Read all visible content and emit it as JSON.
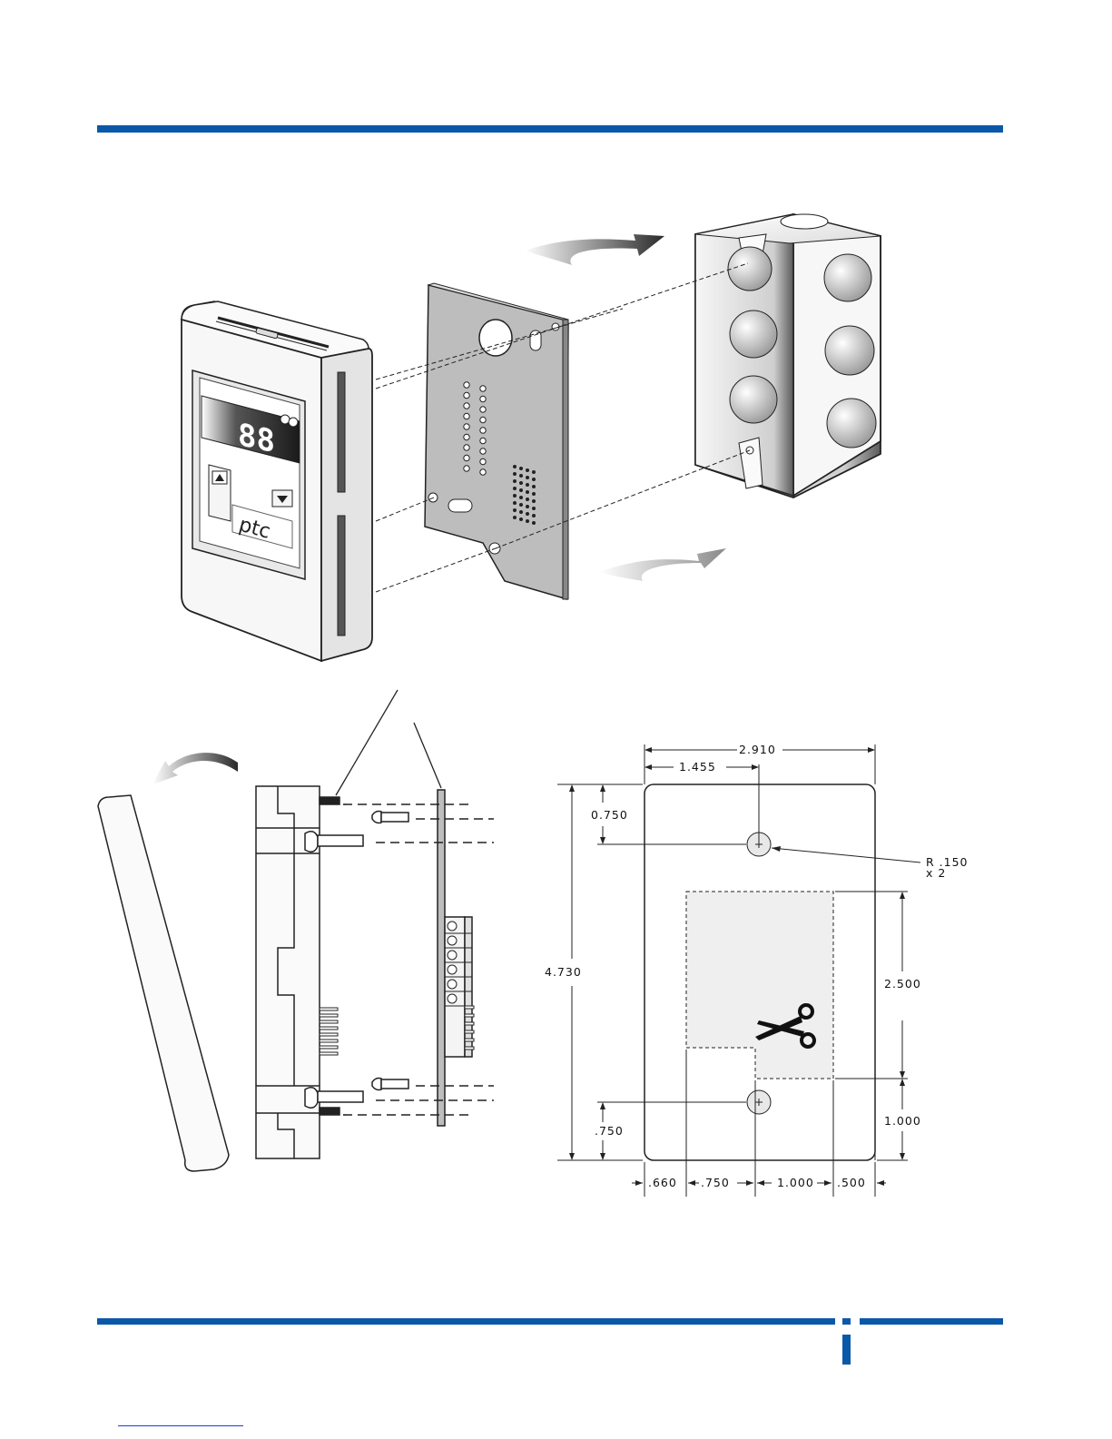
{
  "colors": {
    "accent": "#0b58a8",
    "housing": "#f4f4f4",
    "plate": "#bdbdbd",
    "display": "#2a2a2a",
    "cutout_fill": "#efefef"
  },
  "device": {
    "display_digits": "88",
    "logo": "ptc"
  },
  "dimensions": {
    "overall_width": "2.910",
    "half_width": "1.455",
    "top_hole_offset": "0.750",
    "hole_radius_line1": "R .150",
    "hole_radius_line2": "x 2",
    "overall_height": "4.730",
    "cutout_height": "2.500",
    "cutout_bottom_offset": "1.000",
    "bottom_hole_offset": ".750",
    "bottom_left_edge": ".660",
    "bottom_cutout_left": ".750",
    "bottom_cutout_width": "1.000",
    "bottom_right_edge": ".500"
  },
  "icons": {
    "cut": "scissors-icon",
    "up": "up-arrow-icon",
    "down": "down-arrow-icon"
  },
  "footer": {
    "page_marker": "I"
  }
}
